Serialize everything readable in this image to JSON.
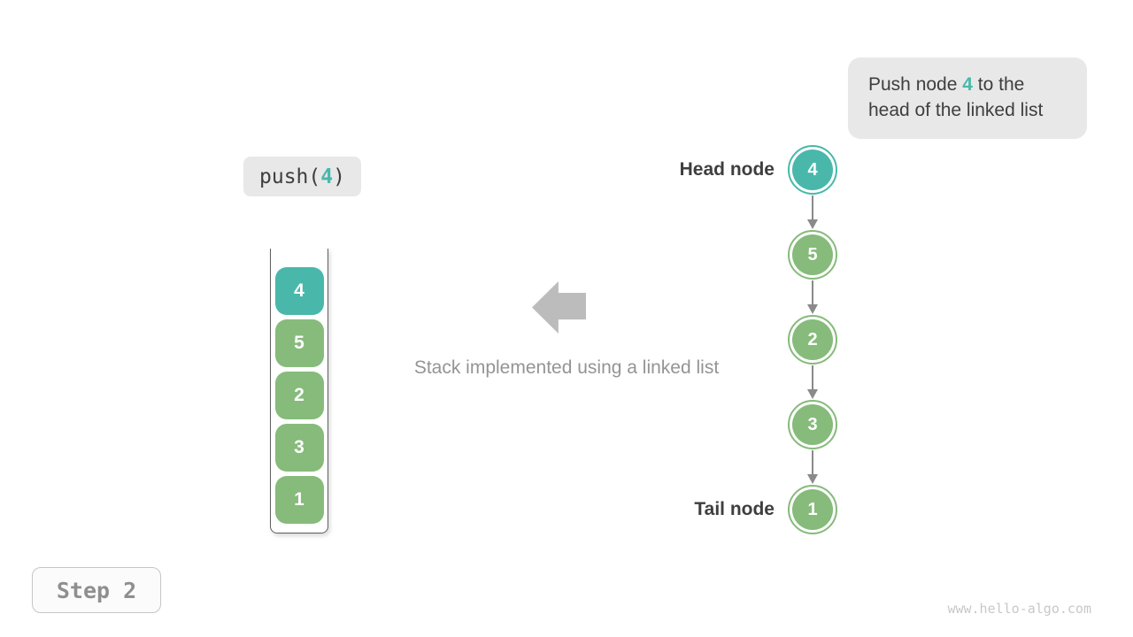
{
  "colors": {
    "teal": "#49b8ab",
    "green": "#86bb7b",
    "box-bg": "#e8e8e8",
    "dark-text": "#3e3e3e",
    "gray-text": "#949494",
    "arrow-gray": "#8a8a8a",
    "big-arrow-gray": "#bcbcbc",
    "container-border": "#5f5f5f",
    "step-border": "#c6c6c6",
    "step-text": "#8f8f8f",
    "watermark-gray": "#c8c8c8"
  },
  "callout": {
    "line1_prefix": "Push node ",
    "highlight": "4",
    "line1_suffix": " to the",
    "line2": "head of the linked list"
  },
  "operation": {
    "prefix": "push(",
    "arg": "4",
    "suffix": ")"
  },
  "stack": {
    "items": [
      "4",
      "5",
      "2",
      "3",
      "1"
    ]
  },
  "caption": "Stack implemented using a linked list",
  "linked_list": {
    "head_label": "Head node",
    "tail_label": "Tail node",
    "nodes": [
      "4",
      "5",
      "2",
      "3",
      "1"
    ]
  },
  "step_label": "Step 2",
  "watermark": "www.hello-algo.com"
}
